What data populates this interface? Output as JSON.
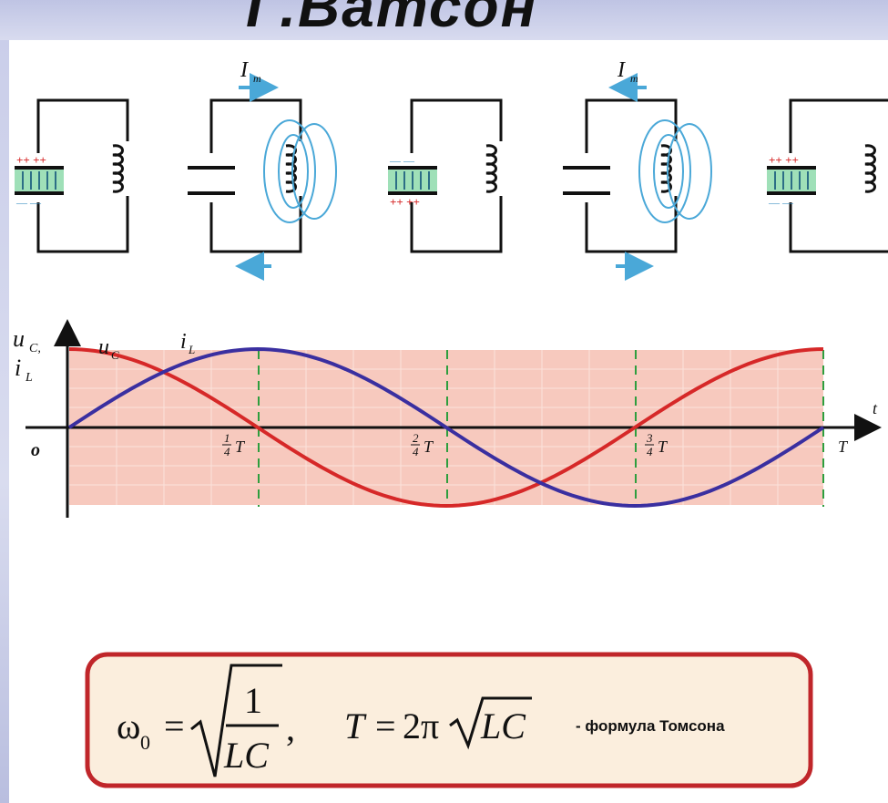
{
  "slide_title": "Г.Ватсон",
  "circuits": {
    "current_label_1": "I",
    "current_label_1_sub": "m",
    "current_label_2": "I",
    "current_label_2_sub": "m",
    "plus_signs": "++ ++",
    "minus_signs": "— —"
  },
  "graph": {
    "y_label_top": "u",
    "y_label_top_sub": "C,",
    "y_label_bottom": "i",
    "y_label_bottom_sub": "L",
    "x_label": "t",
    "origin_label": "o",
    "series_uc_label": "u",
    "series_uc_sub": "C",
    "series_il_label": "i",
    "series_il_sub": "L",
    "tick_1_num": "1",
    "tick_1_den": "4",
    "tick_1_T": "T",
    "tick_2_num": "2",
    "tick_2_den": "4",
    "tick_2_T": "T",
    "tick_3_num": "3",
    "tick_3_den": "4",
    "tick_3_T": "T",
    "tick_end": "T"
  },
  "formula": {
    "omega": "ω",
    "omega_sub": "0",
    "equals": "=",
    "one": "1",
    "lc": "LC",
    "comma": ",",
    "T_eq": "T",
    "equals2": "=",
    "two_pi": "2π",
    "lc2": "LC",
    "note": "- формула Томсона"
  },
  "colors": {
    "uc_curve": "#d62828",
    "il_curve": "#3a2fa0",
    "shading": "#f7c9be",
    "field_lines": "#4aa8d8",
    "plate_fill": "#9fe0b8",
    "box_border": "#c0262a",
    "box_fill": "#fbeedd"
  }
}
